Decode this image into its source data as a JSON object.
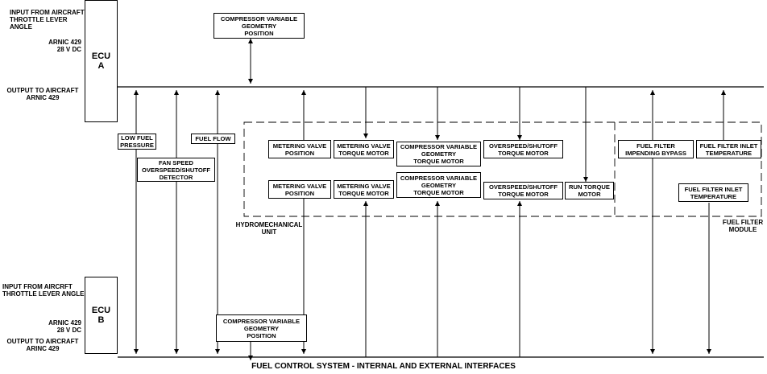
{
  "title": "FUEL CONTROL SYSTEM - INTERNAL AND EXTERNAL INTERFACES",
  "ecu_a": {
    "name": "ECU",
    "letter": "A"
  },
  "ecu_b": {
    "name": "ECU",
    "letter": "B"
  },
  "left_top": {
    "input_l1": "INPUT FROM AIRCRAFT",
    "input_l2": "THROTTLE LEVER",
    "input_l3": "ANGLE",
    "arinc": "ARNIC 429",
    "dc": "28 V DC",
    "output_l1": "OUTPUT TO AIRCRAFT",
    "output_l2": "ARNIC 429"
  },
  "left_bottom": {
    "input_l1": "INPUT FROM AIRCRFT",
    "input_l2": "THROTTLE LEVER ANGLE",
    "arinc": "ARNIC 429",
    "dc": "28 V DC",
    "output_l1": "OUTPUT TO AIRCRAFT",
    "output_l2": "ARINC 429"
  },
  "cvg_top": {
    "l1": "COMPRESSOR VARIABLE",
    "l2": "GEOMETRY",
    "l3": "POSITION"
  },
  "cvg_bottom": {
    "l1": "COMPRESSOR VARIABLE",
    "l2": "GEOMETRY",
    "l3": "POSITION"
  },
  "low_fuel": {
    "l1": "LOW FUEL",
    "l2": "PRESSURE"
  },
  "fan_speed": {
    "l1": "FAN SPEED",
    "l2": "OVERSPEED/SHUTOFF",
    "l3": "DETECTOR"
  },
  "fuel_flow": {
    "l1": "FUEL FLOW"
  },
  "mv_pos_a": {
    "l1": "METERING VALVE",
    "l2": "POSITION"
  },
  "mv_tm_a": {
    "l1": "METERING VALVE",
    "l2": "TORQUE MOTOR"
  },
  "cvg_tm_a": {
    "l1": "COMPRESSOR VARIABLE",
    "l2": "GEOMETRY",
    "l3": "TORQUE MOTOR"
  },
  "os_tm_a": {
    "l1": "OVERSPEED/SHUTOFF",
    "l2": "TORQUE MOTOR"
  },
  "mv_pos_b": {
    "l1": "METERING VALVE",
    "l2": "POSITION"
  },
  "mv_tm_b": {
    "l1": "METERING VALVE",
    "l2": "TORQUE MOTOR"
  },
  "cvg_tm_b": {
    "l1": "COMPRESSOR VARIABLE",
    "l2": "GEOMETRY",
    "l3": "TORQUE MOTOR"
  },
  "os_tm_b": {
    "l1": "OVERSPEED/SHUTOFF",
    "l2": "TORQUE MOTOR"
  },
  "run_torque": {
    "l1": "RUN TORQUE",
    "l2": "MOTOR"
  },
  "ff_bypass": {
    "l1": "FUEL FILTER",
    "l2": "IMPENDING BYPASS"
  },
  "ff_temp_a": {
    "l1": "FUEL FILTER INLET",
    "l2": "TEMPERATURE"
  },
  "ff_temp_b": {
    "l1": "FUEL FILTER INLET",
    "l2": "TEMPERATURE"
  },
  "hmu_label": {
    "l1": "HYDROMECHANICAL",
    "l2": "UNIT"
  },
  "ffm_label": {
    "l1": "FUEL FILTER",
    "l2": "MODULE"
  }
}
